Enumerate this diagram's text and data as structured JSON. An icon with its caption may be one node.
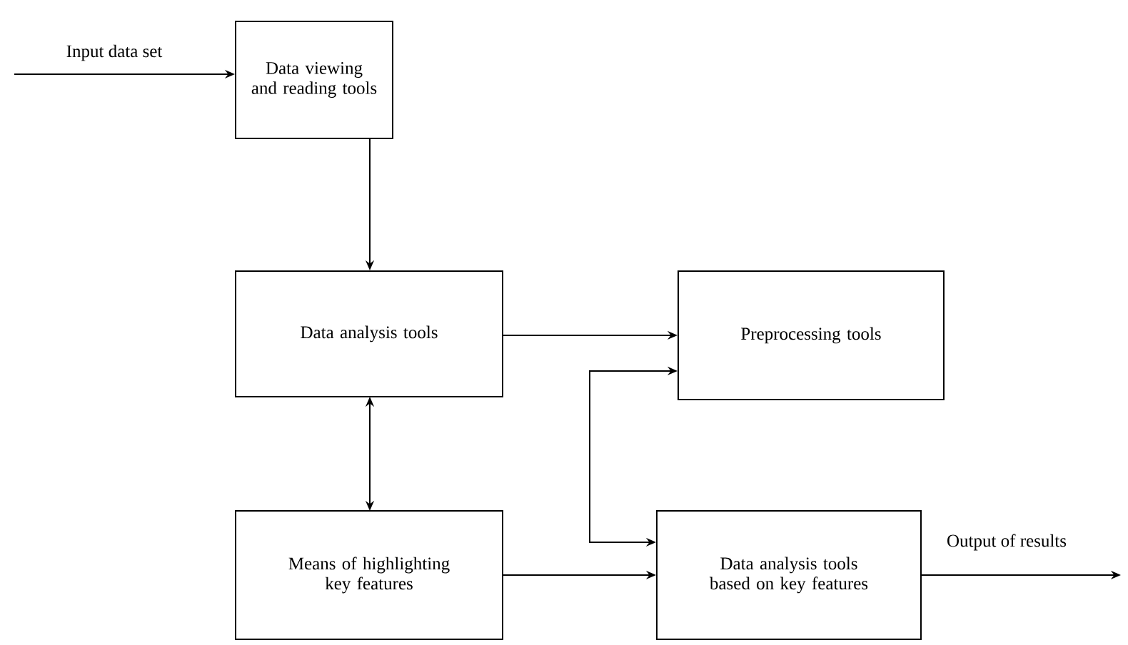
{
  "diagram": {
    "nodes": [
      {
        "text": [
          "Data viewing and reading tools"
        ]
      },
      {
        "text": [
          "Data analysis tools"
        ]
      },
      {
        "text": [
          "Preprocessing tools"
        ]
      },
      {
        "text": [
          "Means of highlighting key features"
        ]
      },
      {
        "text": [
          "Data analysis tools based on key features"
        ]
      }
    ],
    "edges": [
      {
        "from": null,
        "to": 0,
        "arrow": "to",
        "label": "Input data set"
      },
      {
        "from": 0,
        "to": 1,
        "arrow": "to"
      },
      {
        "from": 1,
        "to": 2,
        "arrow": "to"
      },
      {
        "from": 1,
        "to": 3,
        "arrow": "both"
      },
      {
        "from": 4,
        "to": 2,
        "arrow": "both"
      },
      {
        "from": 3,
        "to": 4,
        "arrow": "to"
      },
      {
        "from": 4,
        "to": null,
        "arrow": "to",
        "label": "Output of results"
      }
    ]
  }
}
